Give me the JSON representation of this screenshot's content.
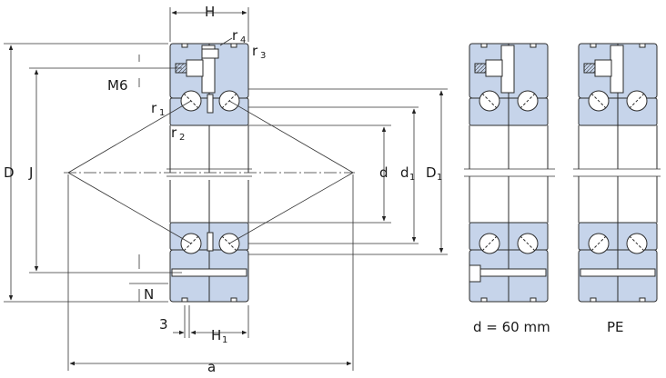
{
  "colors": {
    "fill": "#c6d4ea",
    "stroke": "#2b2b2b",
    "background": "#ffffff"
  },
  "labels": {
    "H": "H",
    "r4": "r",
    "r4_sub": "4",
    "r3": "r",
    "r3_sub": "3",
    "M6": "M6",
    "r1": "r",
    "r1_sub": "1",
    "r2": "r",
    "r2_sub": "2",
    "D": "D",
    "J": "J",
    "d": "d",
    "d1": "d",
    "d1_sub": "1",
    "D1": "D",
    "D1_sub": "1",
    "N": "N",
    "three": "3",
    "H1": "H",
    "H1_sub": "1",
    "a": "a"
  },
  "variants": {
    "left_caption": "d = 60 mm",
    "right_caption": "PE"
  }
}
